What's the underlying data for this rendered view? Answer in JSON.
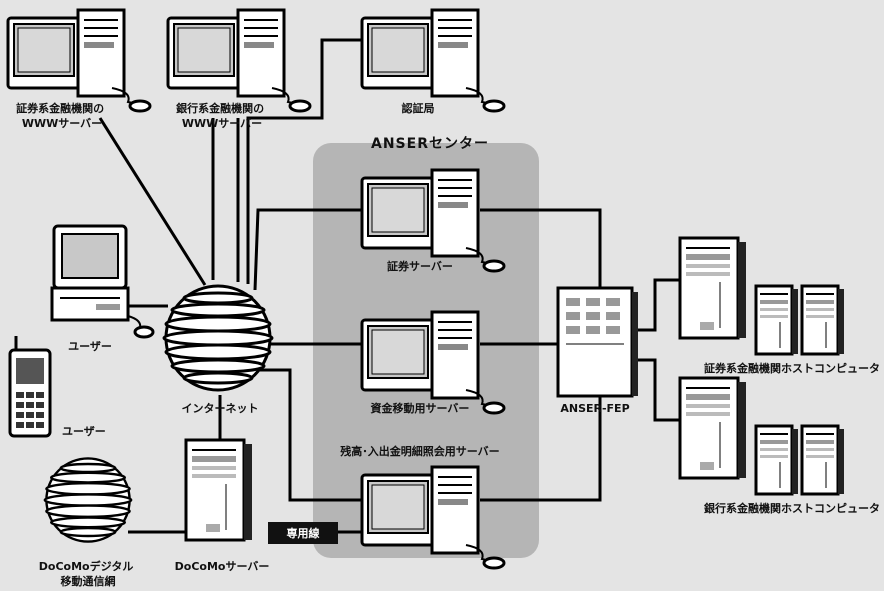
{
  "nodes": {
    "sec_www": "証券系金融機関の\nWWWサーバー",
    "bank_www": "銀行系金融機関の\nWWWサーバー",
    "auth": "認証局",
    "anser_center": "ANSERセンター",
    "sec_server": "証券サーバー",
    "user_pc": "ユーザー",
    "user_mobile": "ユーザー",
    "internet": "インターネット",
    "fund_server": "資金移動用サーバー",
    "balance_server": "残高･入出金明細照会用サーバー",
    "fep": "ANSER-FEP",
    "sec_host": "証券系金融機関ホストコンピュータ",
    "bank_host": "銀行系金融機関ホストコンピュータ",
    "docomo_net": "DoCoMoデジタル\n移動通信網",
    "docomo_server": "DoCoMoサーバー",
    "leased_line": "専用線"
  },
  "colors": {
    "center_bg": "#b5b5b5",
    "background": "#e4e4e4",
    "line": "#000000"
  }
}
